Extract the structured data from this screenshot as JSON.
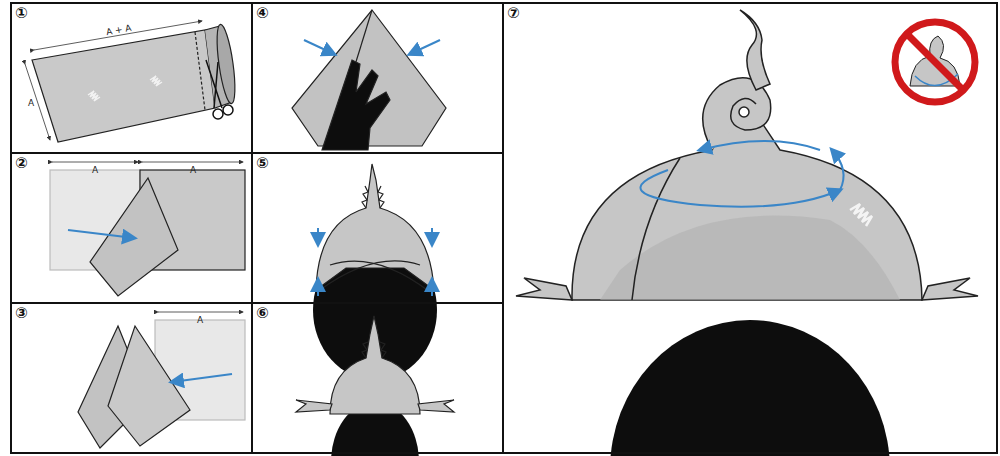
{
  "diagram": {
    "nodes": [
      {
        "text": [
          "①"
        ]
      },
      {
        "text": [
          "②"
        ]
      },
      {
        "text": [
          "③"
        ]
      },
      {
        "text": [
          "④"
        ]
      },
      {
        "text": [
          "⑤"
        ]
      },
      {
        "text": [
          "⑥"
        ]
      },
      {
        "text": [
          "⑦"
        ]
      }
    ],
    "labels": [
      "A + A",
      "A",
      "A",
      "A",
      "A"
    ]
  }
}
